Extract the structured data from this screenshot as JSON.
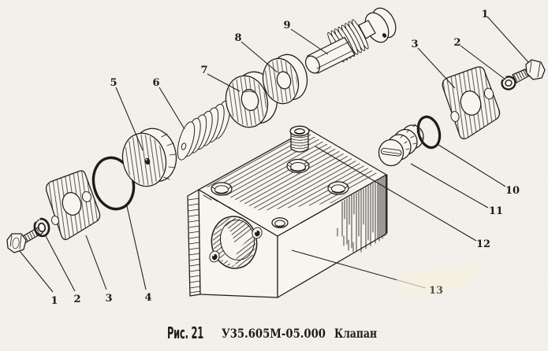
{
  "figure": {
    "caption": {
      "figure_label": "Рис. 21",
      "drawing_code": "У35.605М-05.000",
      "part_name": "Клапан"
    }
  },
  "colors": {
    "paper": "#f2f0ea",
    "part": "#f7f5ef",
    "ink": "#1d1c1a",
    "smudge": "#f5f1e0"
  },
  "callouts": [
    {
      "label": "1",
      "part": "hex-bolt-upper"
    },
    {
      "label": "2",
      "part": "lock-washer-upper"
    },
    {
      "label": "3",
      "part": "cover-plate-upper"
    },
    {
      "label": "9",
      "part": "valve-piston"
    },
    {
      "label": "8",
      "part": "washer-disc-outer"
    },
    {
      "label": "7",
      "part": "washer-disc-inner"
    },
    {
      "label": "6",
      "part": "spring"
    },
    {
      "label": "5",
      "part": "cap-disc"
    },
    {
      "label": "10",
      "part": "o-ring-small"
    },
    {
      "label": "11",
      "part": "valve-insert"
    },
    {
      "label": "12",
      "part": "threaded-plug"
    },
    {
      "label": "13",
      "part": "valve-body-block"
    },
    {
      "label": "1",
      "part": "hex-bolt-lower"
    },
    {
      "label": "2",
      "part": "lock-washer-lower"
    },
    {
      "label": "3",
      "part": "cover-plate-lower"
    },
    {
      "label": "4",
      "part": "o-ring-large"
    }
  ]
}
